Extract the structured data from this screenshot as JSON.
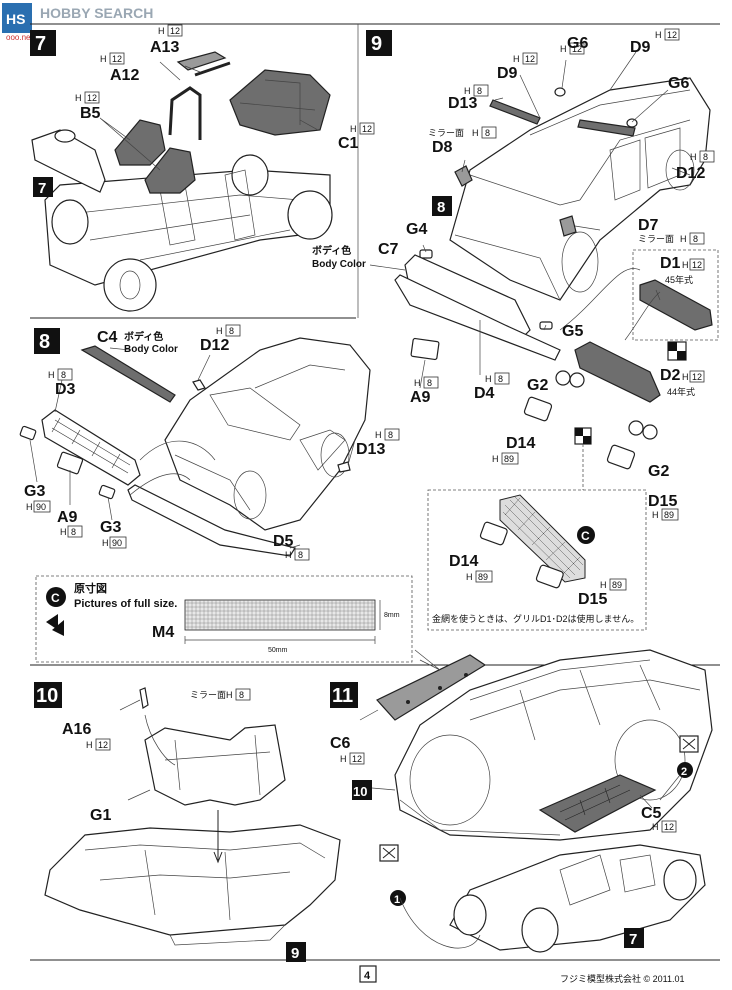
{
  "watermark": "HOBBY SEARCH",
  "watermark_sub": "ooo.net",
  "watermark_logo": "hobby-search-logo",
  "steps": {
    "s7": {
      "number": "7"
    },
    "s8": {
      "number": "8"
    },
    "s9": {
      "number": "9"
    },
    "s10": {
      "number": "10"
    },
    "s11": {
      "number": "11"
    }
  },
  "parts": {
    "a13": {
      "code": "A13",
      "tree": "12"
    },
    "a12": {
      "code": "A12",
      "tree": "12"
    },
    "b5": {
      "code": "B5",
      "tree": "12"
    },
    "c1": {
      "code": "C1",
      "tree": "12"
    },
    "g6a": {
      "code": "G6",
      "tree": "12"
    },
    "d9a": {
      "code": "D9",
      "tree": "12"
    },
    "d9b": {
      "code": "D9",
      "tree": "12"
    },
    "g6b": {
      "code": "G6"
    },
    "d13a": {
      "code": "D13",
      "tree": "8"
    },
    "d8": {
      "code": "D8",
      "tree": "8",
      "note": "ミラー面"
    },
    "d12a": {
      "code": "D12",
      "tree": "8"
    },
    "g4": {
      "code": "G4"
    },
    "d7": {
      "code": "D7",
      "tree": "8",
      "note": "ミラー面"
    },
    "c7": {
      "code": "C7",
      "note_jp": "ボディ色",
      "note_en": "Body Color"
    },
    "d1": {
      "code": "D1",
      "tree": "12",
      "note": "45年式"
    },
    "g5": {
      "code": "G5"
    },
    "d2": {
      "code": "D2",
      "tree": "12",
      "note": "44年式"
    },
    "a9a": {
      "code": "A9",
      "tree": "8"
    },
    "d4": {
      "code": "D4",
      "tree": "8"
    },
    "g2a": {
      "code": "G2"
    },
    "d14a": {
      "code": "D14",
      "tree": "89"
    },
    "g2b": {
      "code": "G2"
    },
    "d15a": {
      "code": "D15",
      "tree": "89"
    },
    "c4": {
      "code": "C4",
      "note_jp": "ボディ色",
      "note_en": "Body Color"
    },
    "d12b": {
      "code": "D12",
      "tree": "8"
    },
    "d3": {
      "code": "D3",
      "tree": "8"
    },
    "d13b": {
      "code": "D13",
      "tree": "8"
    },
    "g3a": {
      "code": "G3",
      "tree": "90"
    },
    "a9b": {
      "code": "A9",
      "tree": "8"
    },
    "g3b": {
      "code": "G3",
      "tree": "90"
    },
    "d5": {
      "code": "D5",
      "tree": "8"
    },
    "d14b": {
      "code": "D14",
      "tree": "89"
    },
    "d15b": {
      "code": "D15",
      "tree": "89"
    },
    "a16": {
      "code": "A16",
      "tree": "12",
      "note": "ミラー面",
      "note_tree": "8"
    },
    "g1": {
      "code": "G1"
    },
    "c6": {
      "code": "C6",
      "tree": "12"
    },
    "c5": {
      "code": "C5",
      "tree": "12"
    }
  },
  "tree_prefix": "H",
  "mesh_note": "金網を使うときは、グリルD1･D2は使用しません。",
  "mesh_marker": "C",
  "fullsize": {
    "marker": "C",
    "title_jp": "原寸図",
    "title_en": "Pictures of full size.",
    "part": "M4",
    "width_label": "50mm",
    "height_label": "8mm"
  },
  "refs": {
    "r7": "7",
    "r8": "8",
    "r9": "9",
    "r10": "10",
    "r7b": "7",
    "c1": "1",
    "c2": "2"
  },
  "footer": {
    "page": "4",
    "copyright": "フジミ模型株式会社 ©   2011.01"
  }
}
